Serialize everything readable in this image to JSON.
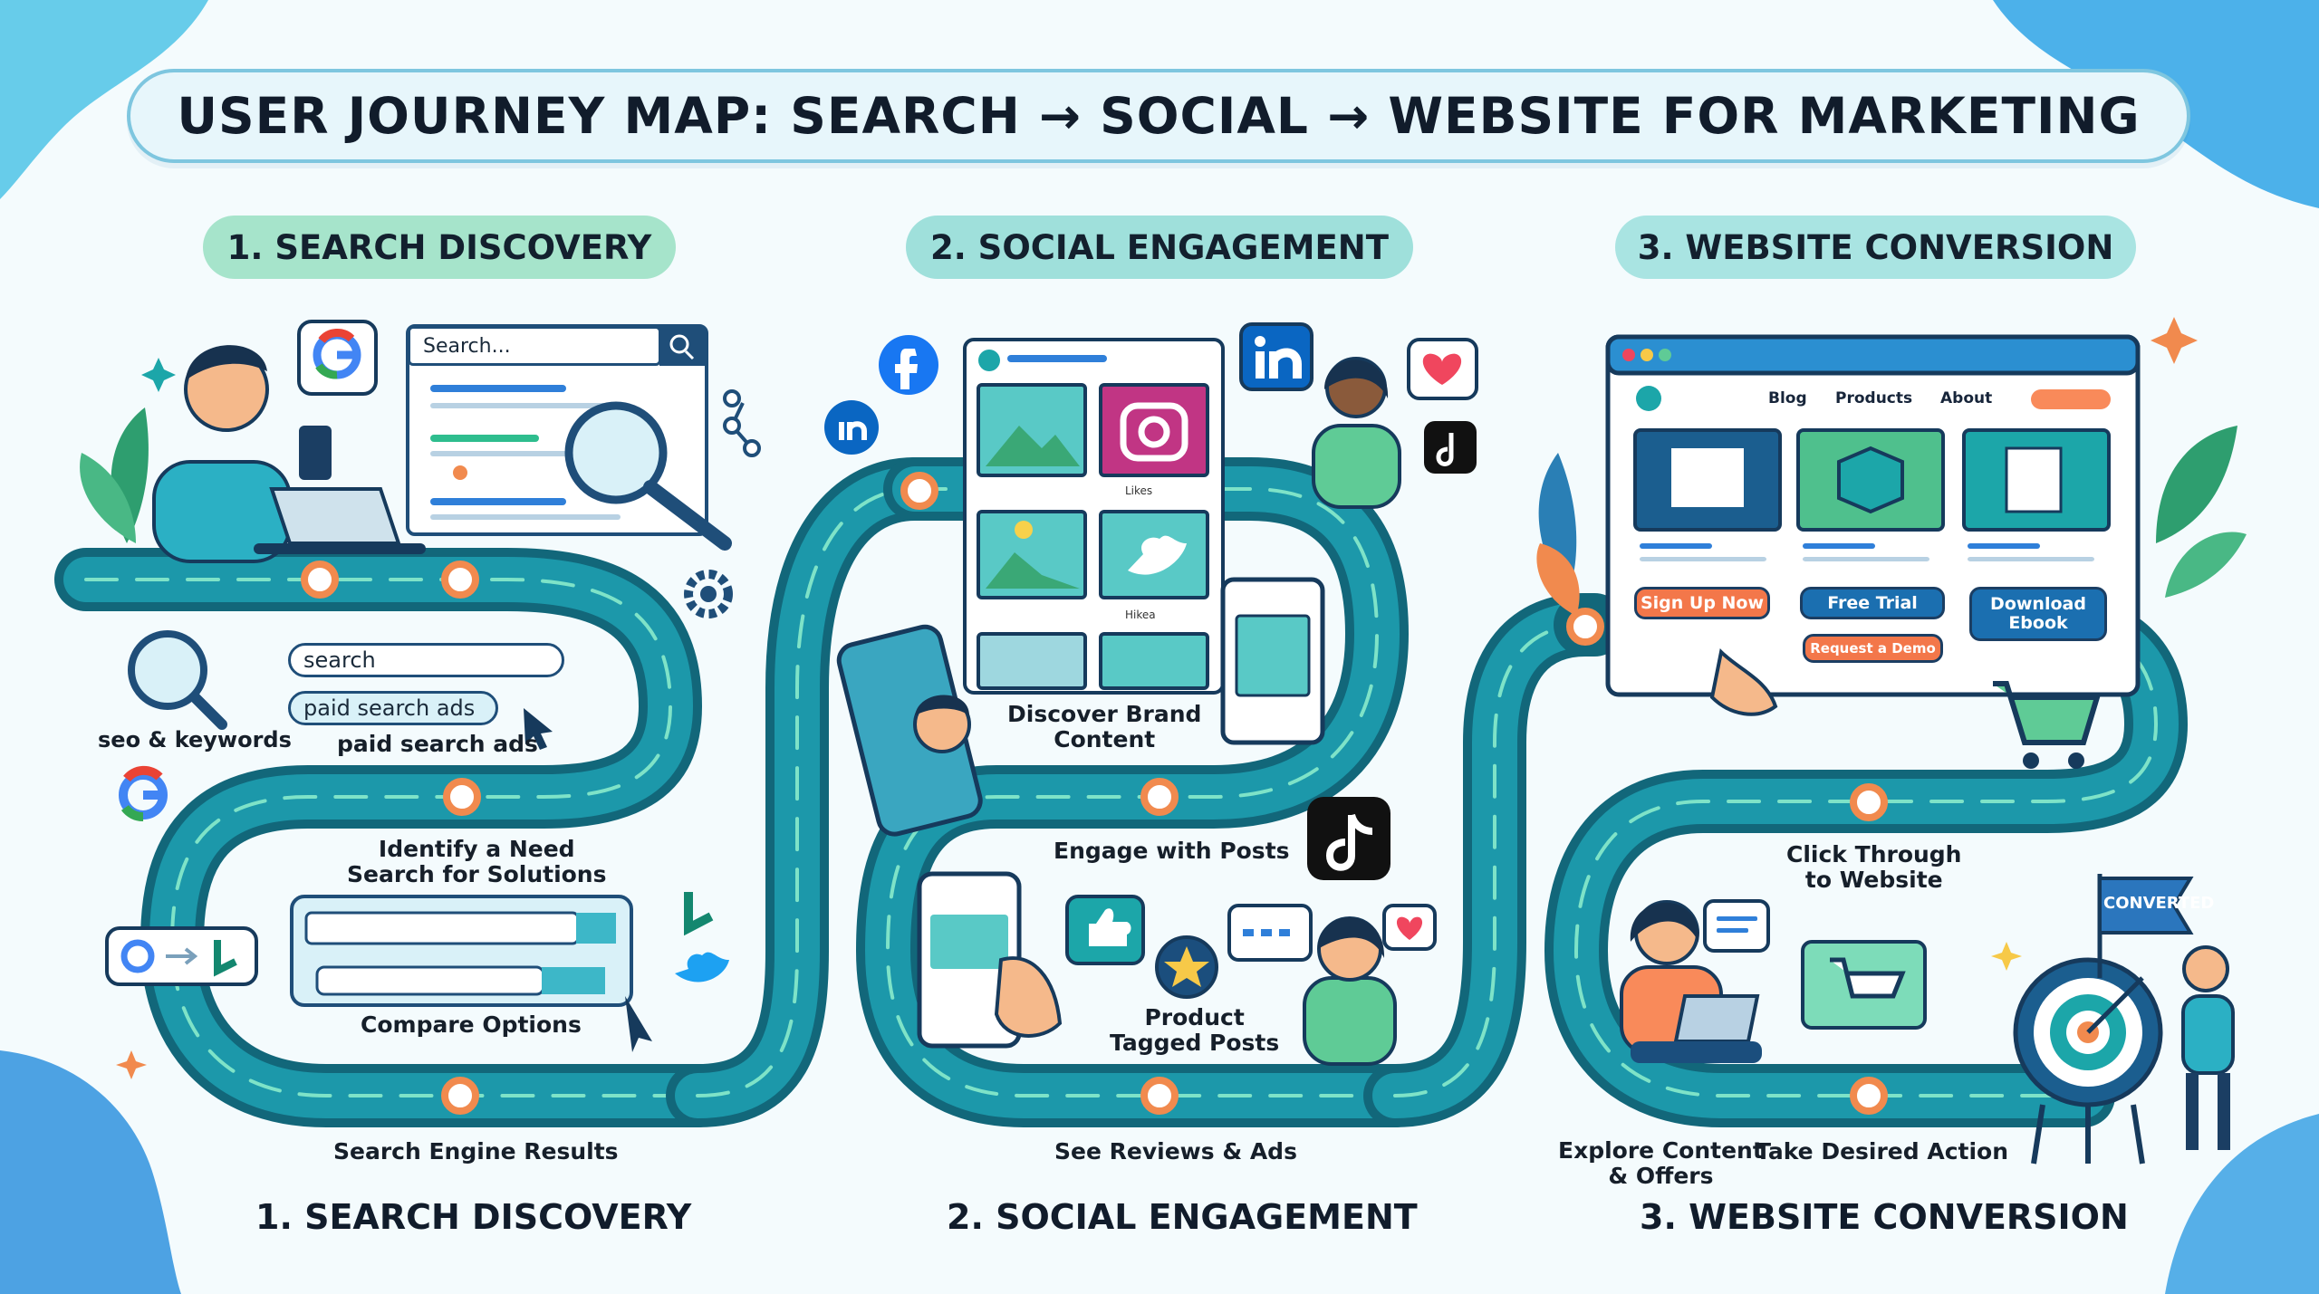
{
  "title": "USER JOURNEY MAP: SEARCH → SOCIAL → WEBSITE FOR MARKETING",
  "stages": [
    {
      "label": "1. SEARCH DISCOVERY"
    },
    {
      "label": "2. SOCIAL ENGAGEMENT"
    },
    {
      "label": "3. WEBSITE CONVERSION"
    }
  ],
  "search_stage": {
    "search_bar_placeholder": "Search...",
    "search_box_text": "search",
    "paid_ads_tag": "paid search ads",
    "paid_ads_label": "paid search ads",
    "seo_label": "seo & keywords",
    "identify_label_1": "Identify a Need",
    "identify_label_2": "Search for Solutions",
    "compare_label": "Compare Options",
    "results_label": "Search Engine Results"
  },
  "social_stage": {
    "likes_text": "Likes",
    "hikea_text": "Hikea",
    "discover_label_1": "Discover Brand",
    "discover_label_2": "Content",
    "engage_label": "Engage with Posts",
    "product_label_1": "Product",
    "product_label_2": "Tagged Posts",
    "reviews_label": "See Reviews & Ads"
  },
  "website_stage": {
    "nav_items": [
      "Blog",
      "Products",
      "About"
    ],
    "cta_sign_up": "Sign Up Now",
    "cta_free_trial": "Free Trial",
    "cta_download_1": "Download",
    "cta_download_2": "Ebook",
    "cta_demo": "Request a Demo",
    "click_label_1": "Click Through",
    "click_label_2": "to Website",
    "explore_label_1": "Explore Content",
    "explore_label_2": "& Offers",
    "action_label": "Take Desired Action",
    "flag_text": "CONVERTED"
  },
  "colors": {
    "path": "#19869a",
    "path_dark": "#12677a",
    "path_dash": "#7ee3c8",
    "node": "#f18a4e",
    "accent_orange": "#f3774a",
    "accent_teal": "#18a7b5",
    "navy": "#1b3e63"
  }
}
